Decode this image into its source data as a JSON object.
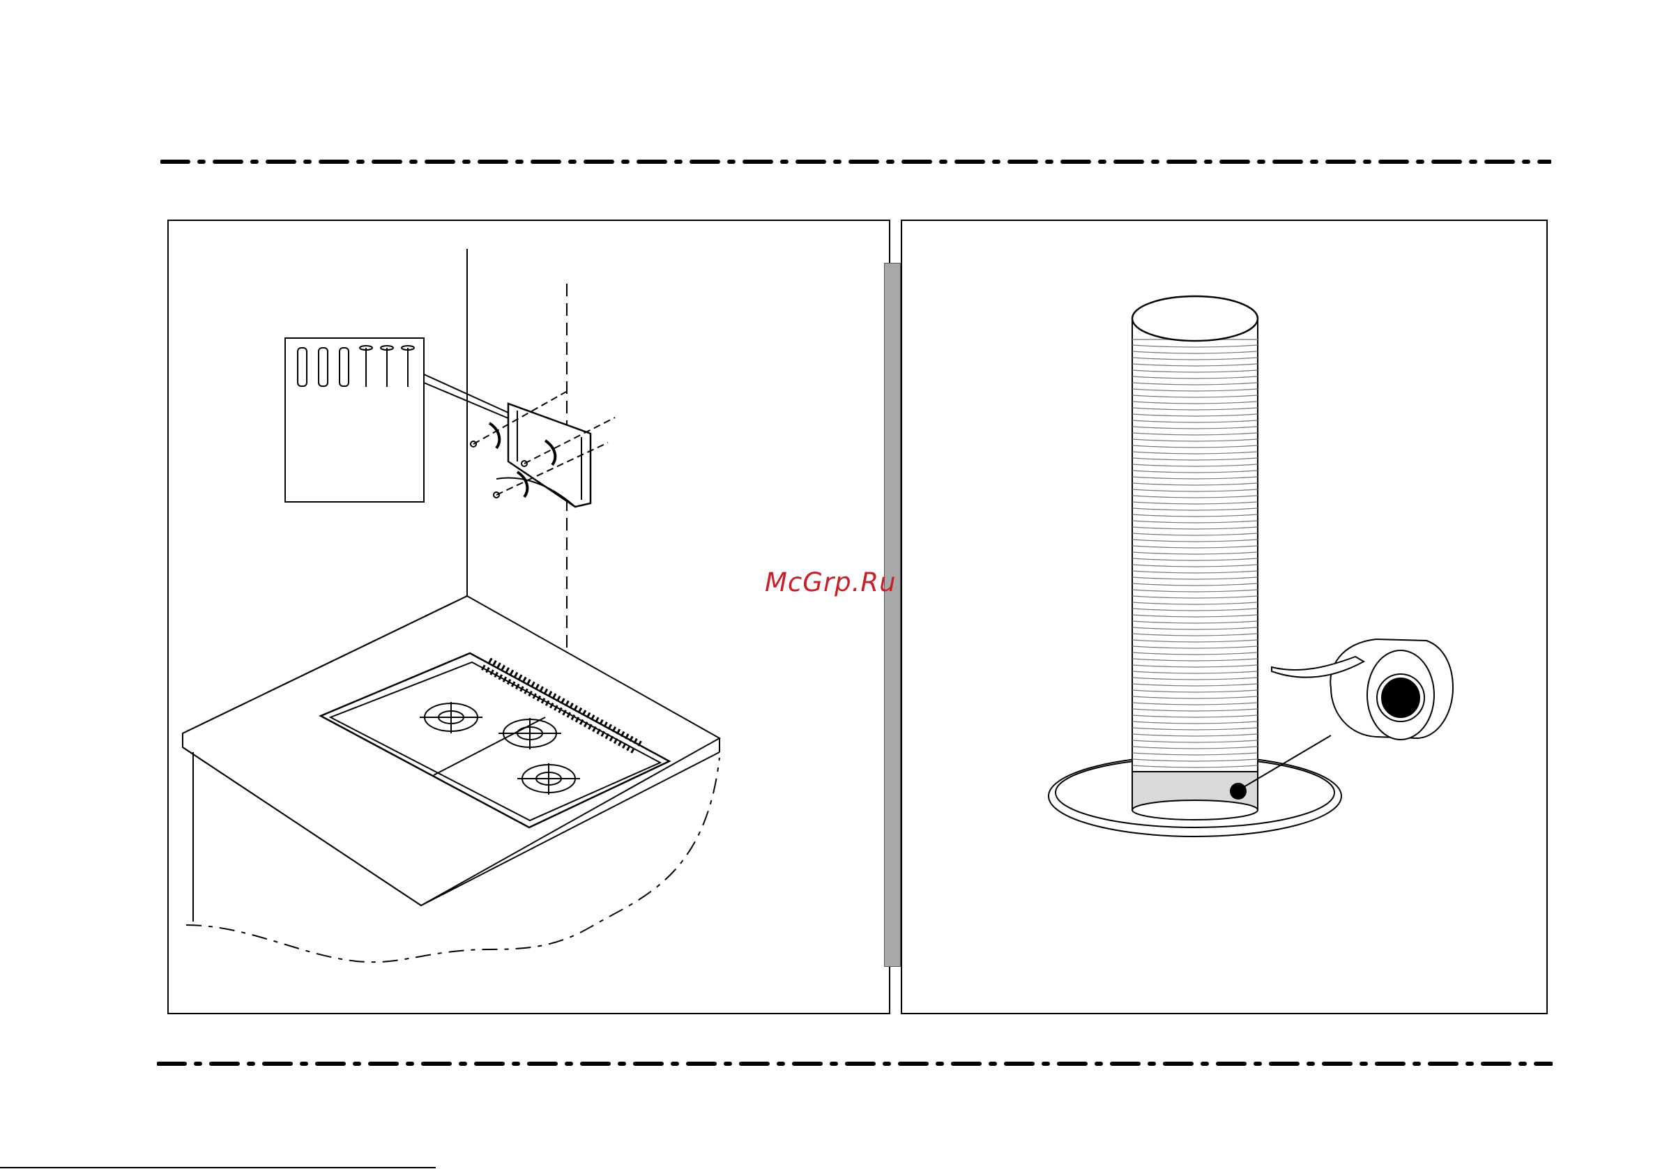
{
  "watermark": {
    "text": "McGrp.Ru",
    "color": "#c8202a"
  },
  "panels": [
    {
      "id": "wall-bracket-installation",
      "depicts": [
        "wall-bracket-icon",
        "screws-and-anchors-icon",
        "gas-hob-icon"
      ]
    },
    {
      "id": "duct-and-tape-installation",
      "depicts": [
        "flexible-duct-icon",
        "adhesive-tape-icon",
        "base-plate-icon"
      ]
    }
  ],
  "colors": {
    "line": "#000000",
    "divider": "#a8a8a8",
    "duct": "#ffffff"
  }
}
